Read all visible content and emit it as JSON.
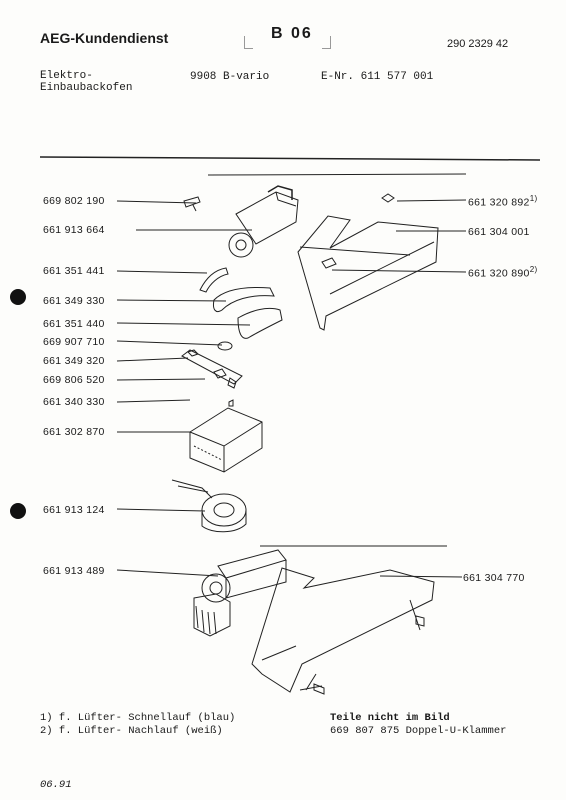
{
  "header": {
    "brand": "AEG-Kundendienst",
    "tag": "B 06",
    "doc_number": "290 2329 42",
    "product_line1": "Elektro-",
    "product_line2": "Einbaubackofen",
    "model": "9908 B-vario",
    "enr": "E-Nr. 611 577 001"
  },
  "parts_left": [
    "669 802 190",
    "661 913 664",
    "661 351 441",
    "661 349 330",
    "661 351 440",
    "669 907 710",
    "661 349 320",
    "669 806 520",
    "661 340 330",
    "661 302 870",
    "661 913 124",
    "661 913 489"
  ],
  "parts_right": {
    "p1": "661 320 892",
    "p1_sup": "1)",
    "p2": "661 304 001",
    "p3": "661 320 890",
    "p3_sup": "2)",
    "p4": "661 304 770"
  },
  "footnotes": {
    "note1": "1) f. Lüfter- Schnellauf (blau)",
    "note2": "2) f. Lüfter- Nachlauf (weiß)",
    "not_shown_title": "Teile nicht im Bild",
    "not_shown_item": "669 807 875 Doppel-U-Klammer"
  },
  "date": "06.91"
}
